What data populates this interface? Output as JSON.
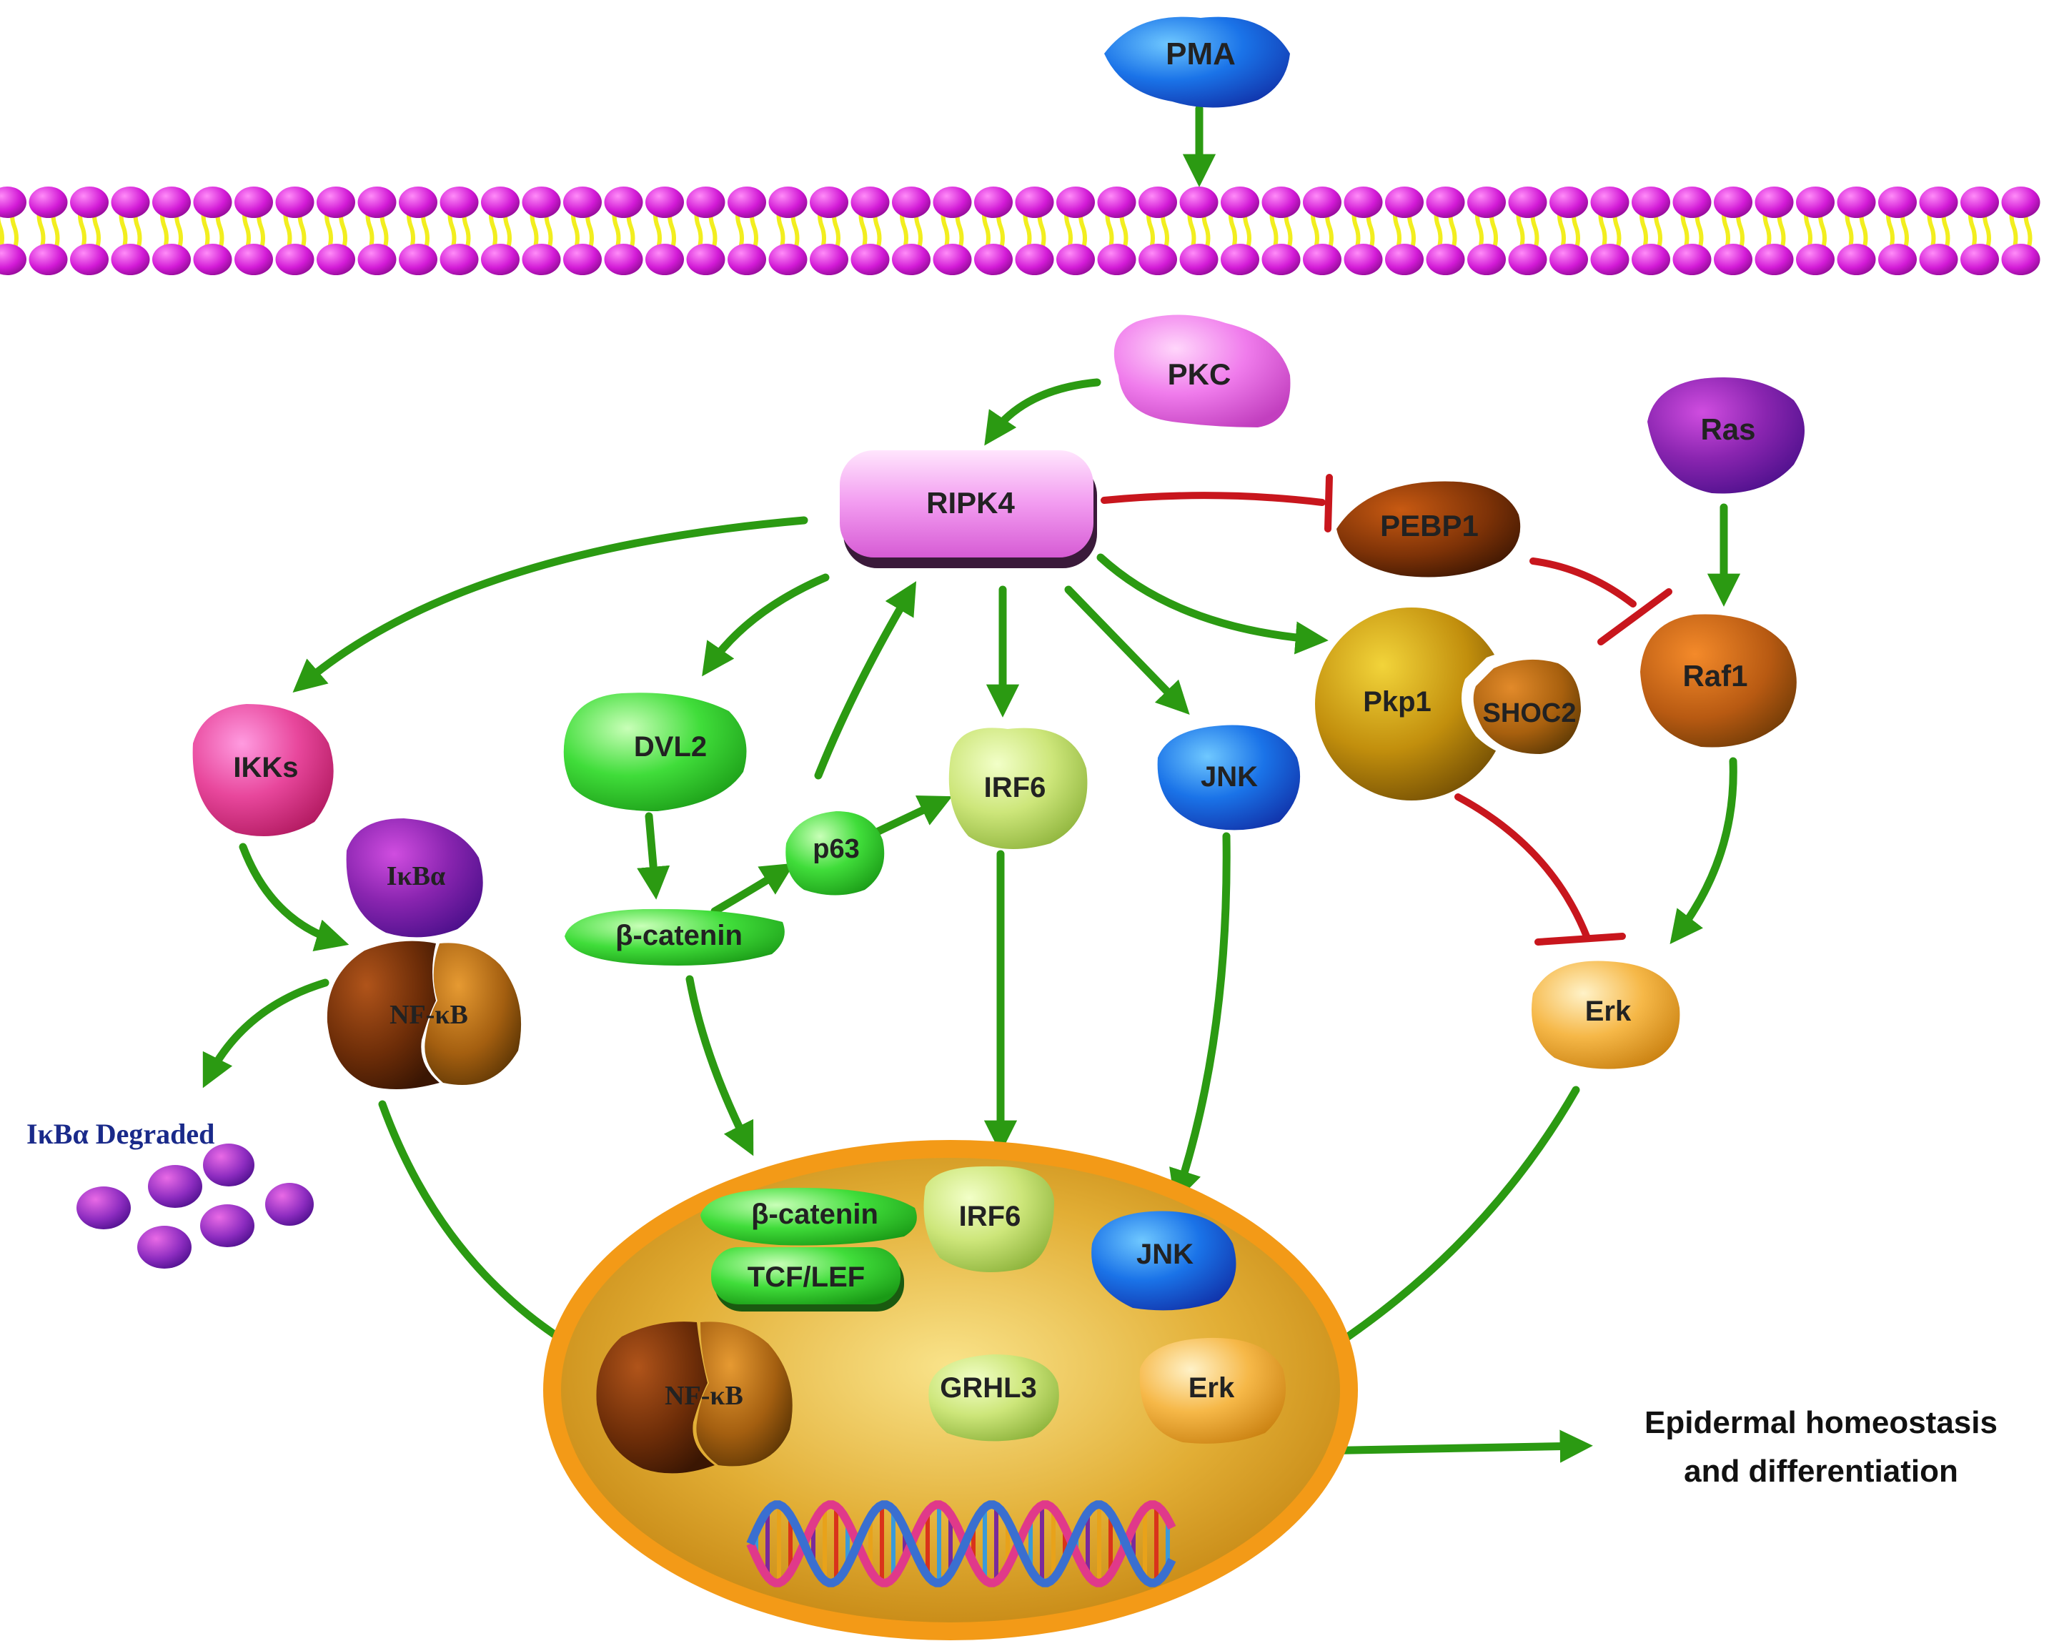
{
  "membrane": {
    "head_color": "#d21ad6",
    "tail_color": "#f2ee1f"
  },
  "colors": {
    "activation": "#2b9a12",
    "inhibition": "#c8161d",
    "nucleus_rim": "#f39a17",
    "nucleus_fill": "#d99a1e"
  },
  "nodes": {
    "pma": "PMA",
    "pkc": "PKC",
    "ripk4": "RIPK4",
    "pebp1": "PEBP1",
    "ras": "Ras",
    "raf1": "Raf1",
    "pkp1": "Pkp1",
    "shoc2": "SHOC2",
    "ikks": "IKKs",
    "ikba": "IκBα",
    "nfkb": "NF-κB",
    "dvl2": "DVL2",
    "beta_catenin": "β-catenin",
    "p63": "p63",
    "irf6": "IRF6",
    "jnk": "JNK",
    "erk": "Erk"
  },
  "nucleus": {
    "beta_catenin": "β-catenin",
    "tcf_lef": "TCF/LEF",
    "irf6": "IRF6",
    "jnk": "JNK",
    "grhl3": "GRHL3",
    "nfkb": "NF-κB",
    "erk": "Erk"
  },
  "degraded_label": "IκBα Degraded",
  "outcome": {
    "line1": "Epidermal homeostasis",
    "line2": "and differentiation"
  }
}
